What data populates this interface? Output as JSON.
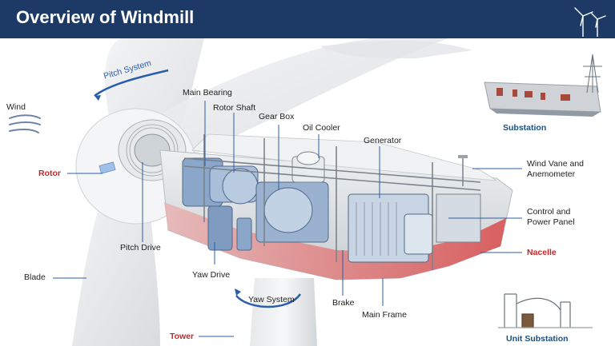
{
  "header": {
    "title": "Overview of Windmill",
    "logo_icon": "wind-turbine-icon",
    "background_color": "#1d3a66"
  },
  "labels": {
    "pitch_system": "Pitch System",
    "wind": "Wind",
    "main_bearing": "Main Bearing",
    "rotor_shaft": "Rotor Shaft",
    "gear_box": "Gear Box",
    "oil_cooler": "Oil Cooler",
    "generator": "Generator",
    "wind_vane": "Wind Vane and Anemometer",
    "control_panel": "Control and Power Panel",
    "rotor": "Rotor",
    "pitch_drive": "Pitch Drive",
    "nacelle": "Nacelle",
    "blade": "Blade",
    "yaw_drive": "Yaw Drive",
    "yaw_system": "Yaw System",
    "brake": "Brake",
    "main_frame": "Main Frame",
    "tower": "Tower",
    "substation": "Substation",
    "unit_substation": "Unit Substation"
  },
  "colors": {
    "highlight_red": "#c0282d",
    "caption_blue": "#1d4f7c",
    "arrow_blue": "#2a5da8",
    "nacelle_red": "#d94a4a"
  }
}
